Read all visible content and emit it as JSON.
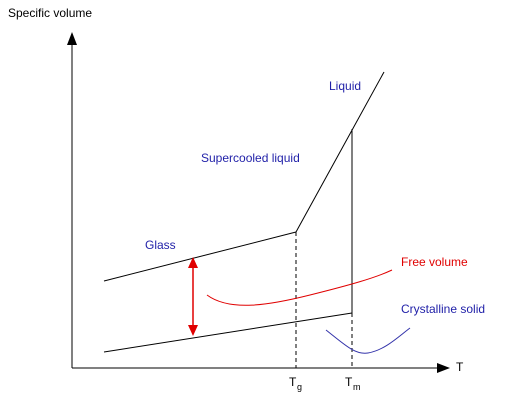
{
  "labels": {
    "y_axis": "Specific volume",
    "x_axis": "T",
    "liquid": "Liquid",
    "supercooled": "Supercooled liquid",
    "glass": "Glass",
    "free_volume": "Free volume",
    "crystalline": "Crystalline solid",
    "tg_main": "T",
    "tg_sub": "g",
    "tm_main": "T",
    "tm_sub": "m"
  },
  "colors": {
    "axis": "#000000",
    "label_blue": "#1f1fa8",
    "free_volume_red": "#e00000",
    "arrow_red": "#e00000",
    "crystal_curve": "#3333aa"
  },
  "icons": {
    "y_arrowhead": "arrowhead-up-icon",
    "x_arrowhead": "arrowhead-right-icon",
    "double_arrow": "double-headed-arrow-icon"
  }
}
